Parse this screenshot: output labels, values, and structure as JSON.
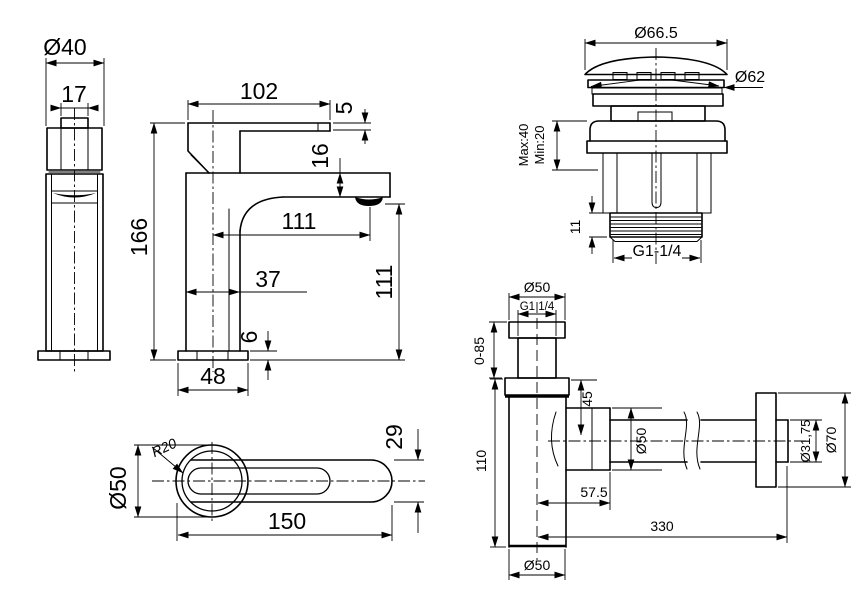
{
  "app": {
    "type": "technical-drawing",
    "subject": "basin mixer faucet with pop-up drain and bottle trap — dimensioned views",
    "background_color": "#ffffff",
    "line_color": "#000000"
  },
  "views": {
    "faucet_front": {
      "name": "faucet front view",
      "dims": {
        "head_diameter": "Ø40",
        "cartridge_width": "17"
      }
    },
    "faucet_side": {
      "name": "faucet side view",
      "dims": {
        "handle_length": "102",
        "handle_plate_thickness": "5",
        "spout_body_height": "16",
        "overall_height": "166",
        "spout_reach": "111",
        "body_depth": "37",
        "spout_clearance": "111",
        "base_plate_height": "6",
        "base_depth": "48"
      }
    },
    "handle_top": {
      "name": "handle top view",
      "dims": {
        "corner_radius": "R20",
        "escutcheon_diameter": "Ø50",
        "lever_width": "29",
        "lever_length": "150"
      }
    },
    "drain": {
      "name": "pop-up drain view",
      "dims": {
        "cap_diameter": "Ø66.5",
        "flange_diameter": "Ø62",
        "deck_max": "Max:40",
        "deck_min": "Min:20",
        "thread_length": "11",
        "thread_size": "G1-1/4"
      }
    },
    "trap": {
      "name": "bottle trap view",
      "dims": {
        "inlet_diameter": "Ø50",
        "inlet_thread": "G1 1/4",
        "height_adjust": "0-85",
        "inlet_depth": "45",
        "body_height": "110",
        "outlet_hub_diameter": "Ø50",
        "outlet_offset": "57.5",
        "outlet_pipe_length": "330",
        "body_diameter": "Ø50",
        "pipe_diameter": "Ø31,75",
        "wall_rosette_diameter": "Ø70"
      }
    }
  }
}
